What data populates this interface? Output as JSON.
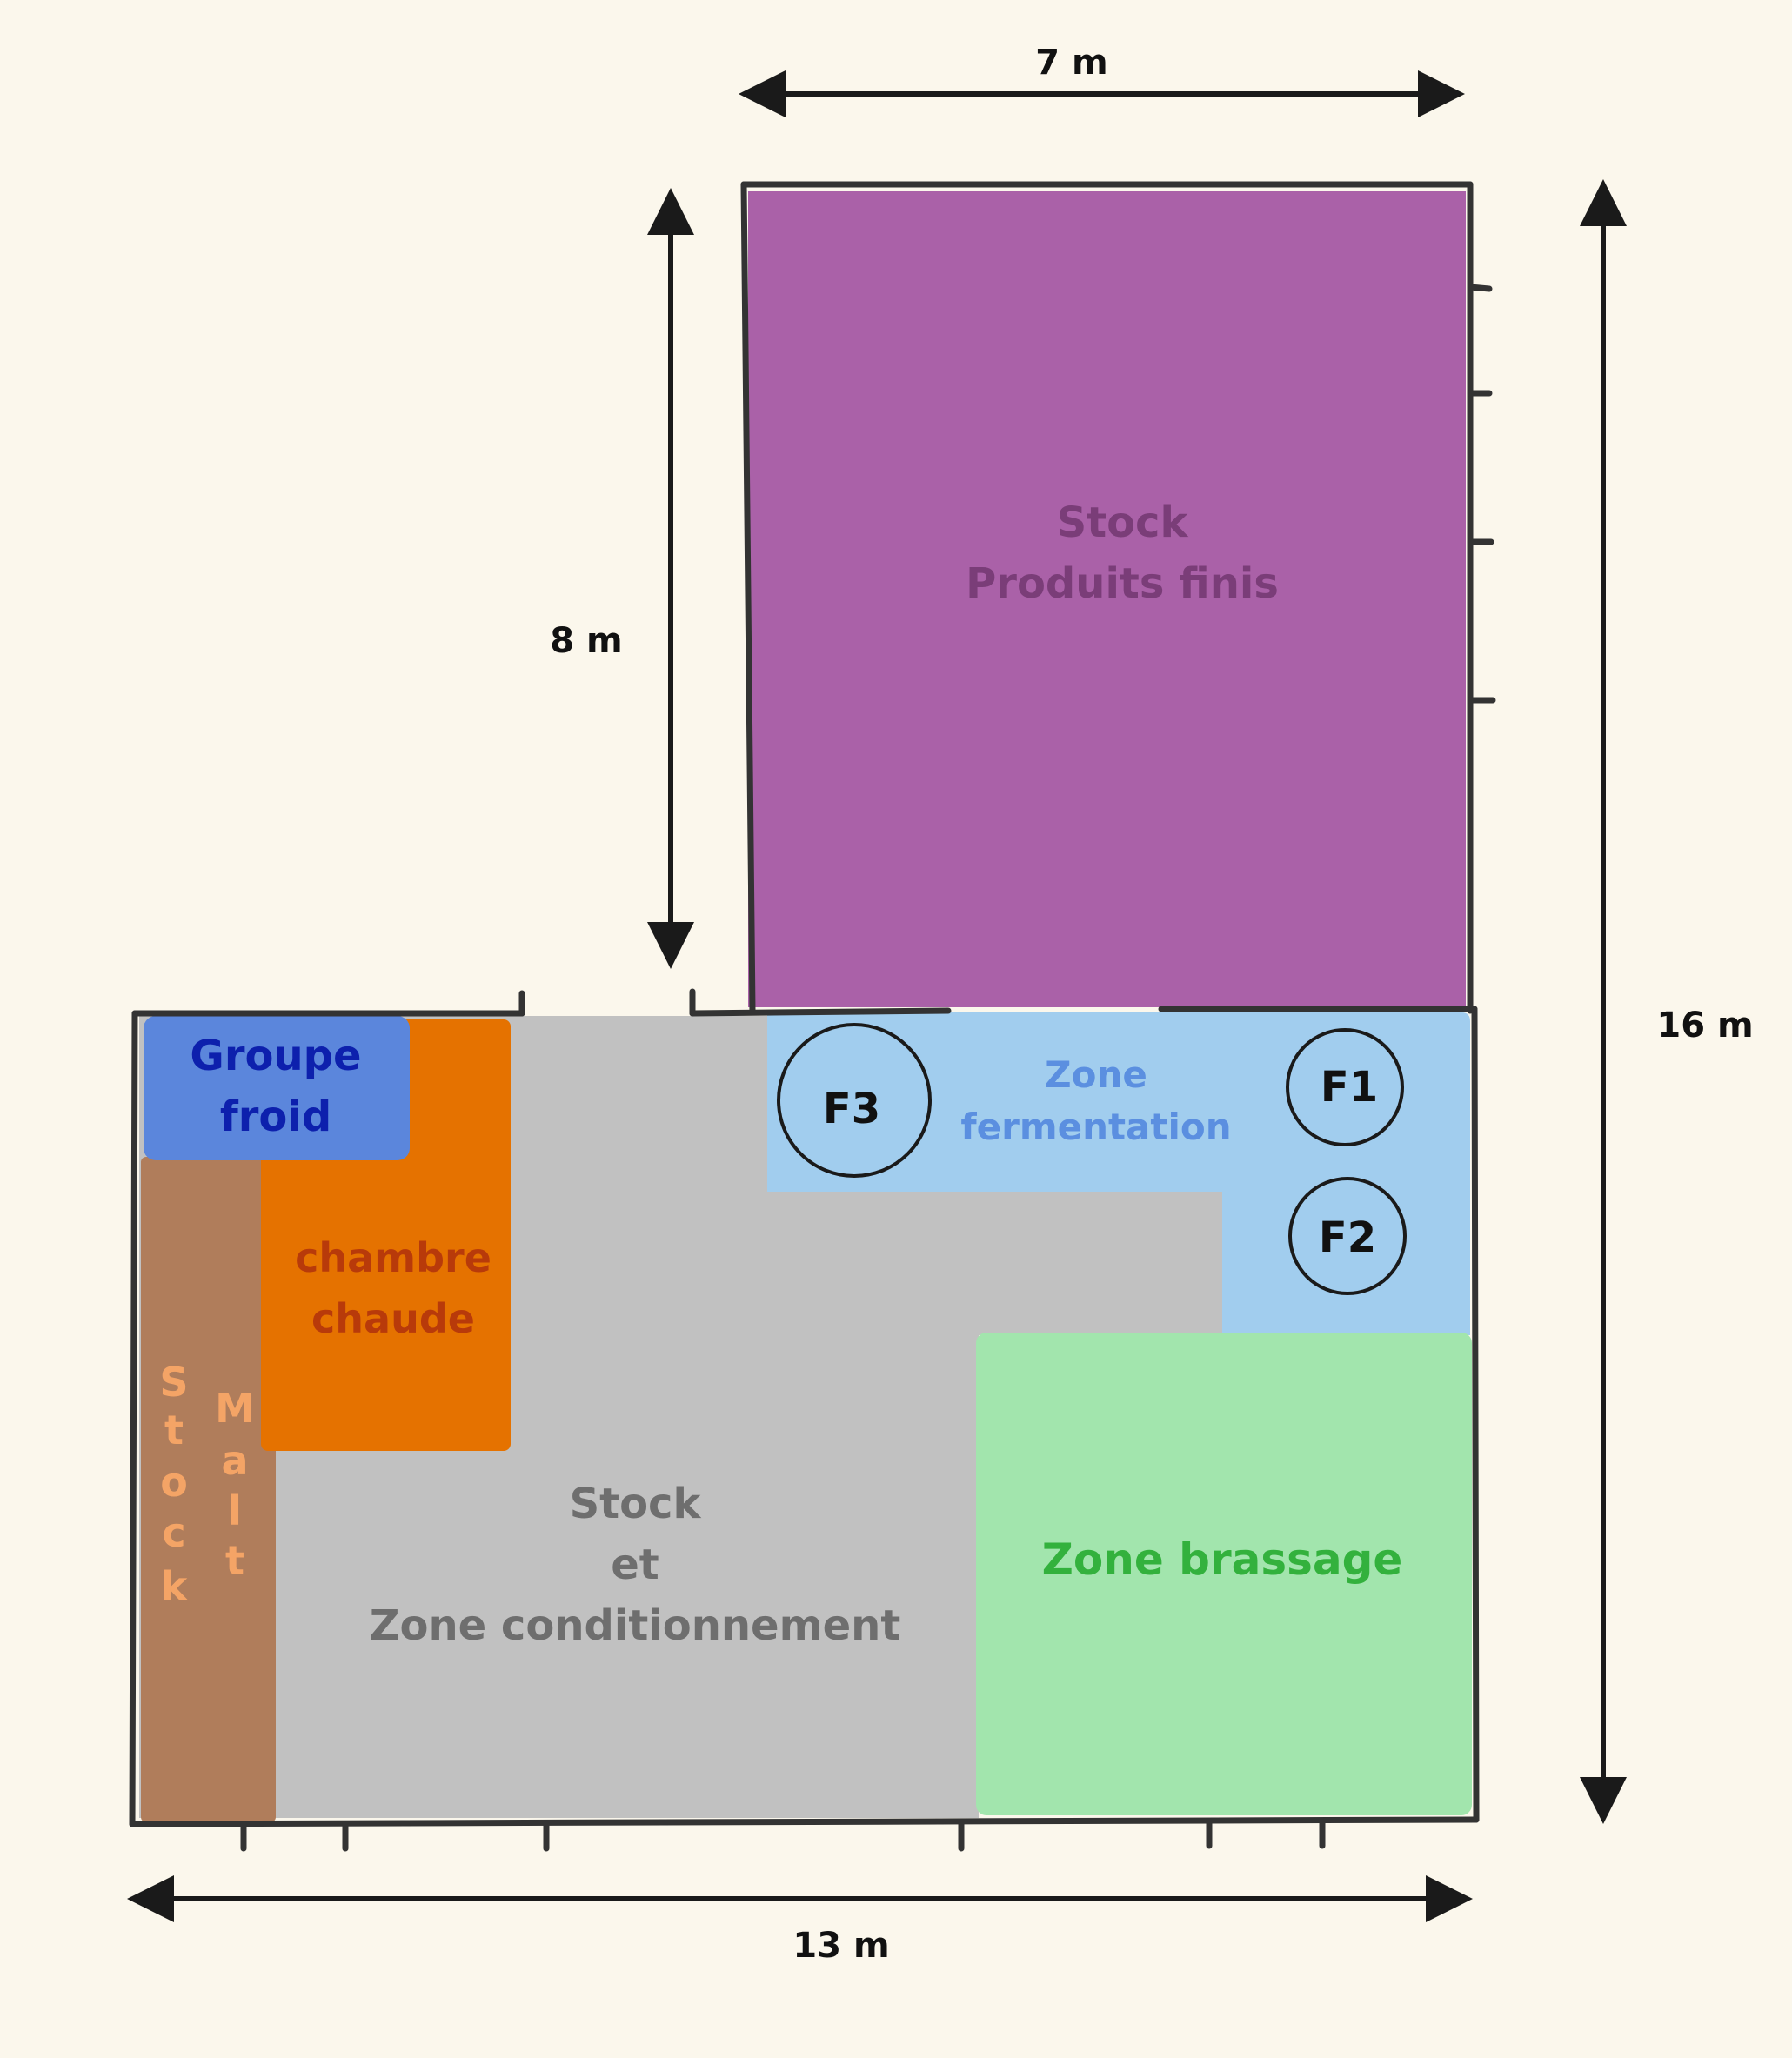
{
  "dimensions": {
    "top_width": "7 m",
    "upper_height": "8 m",
    "total_height": "16 m",
    "bottom_width": "13 m"
  },
  "zones": {
    "stock_produits_finis": {
      "line1": "Stock",
      "line2": "Produits finis",
      "color": "#aa61a8",
      "text_color": "#7a3d78"
    },
    "groupe_froid": {
      "line1": "Groupe",
      "line2": "froid",
      "color": "#5b86dc",
      "text_color": "#0d20ad"
    },
    "chambre_chaude": {
      "line1": "chambre",
      "line2": "chaude",
      "color": "#e57200",
      "text_color": "#b83a0a"
    },
    "stock_malt": {
      "word1": [
        "S",
        "t",
        "o",
        "c",
        "k"
      ],
      "word2": [
        "M",
        "a",
        "l",
        "t"
      ],
      "color": "#b07d5b",
      "text_color": "#f4a466"
    },
    "stock_conditionnement": {
      "line1": "Stock",
      "line2": "et",
      "line3": "Zone conditionnement",
      "color": "#c1c1c1",
      "text_color": "#6e6e6e"
    },
    "fermentation": {
      "line1": "Zone",
      "line2": "fermentation",
      "color": "#a1cdee",
      "text_color": "#5b8fe0"
    },
    "brassage": {
      "label": "Zone brassage",
      "color": "#a2e5ad",
      "text_color": "#33b13d"
    }
  },
  "fermenters": [
    "F1",
    "F2",
    "F3"
  ],
  "colors": {
    "wall": "#333333",
    "background": "#fbf7ec"
  }
}
